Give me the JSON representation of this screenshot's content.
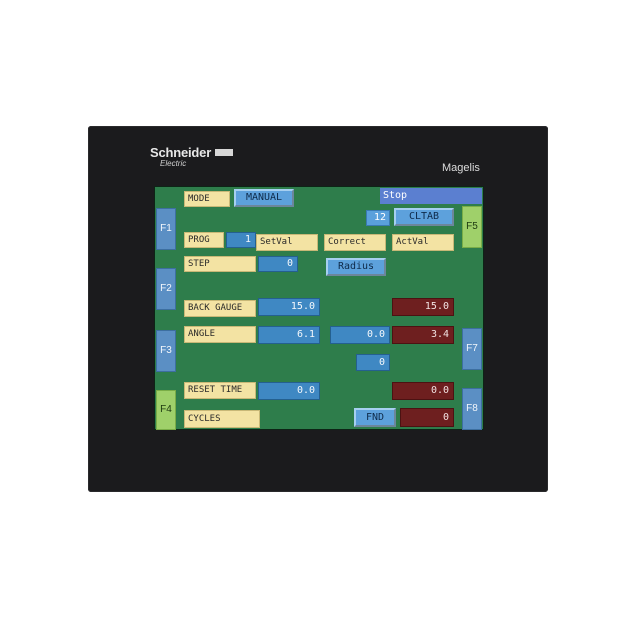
{
  "brand": {
    "name": "Schneider",
    "sub": "Electric",
    "model": "Magelis"
  },
  "keys": {
    "f1": "F1",
    "f2": "F2",
    "f3": "F3",
    "f4": "F4",
    "f5": "F5",
    "f7": "F7",
    "f8": "F8"
  },
  "status": {
    "text": "Stop"
  },
  "mode": {
    "label": "MODE",
    "value": "MANUAL"
  },
  "cltab": {
    "number": "12",
    "label": "CLTAB"
  },
  "prog": {
    "label": "PROG",
    "value": "1"
  },
  "headers": {
    "setval": "SetVal",
    "correct": "Correct",
    "actval": "ActVal"
  },
  "step": {
    "label": "STEP",
    "value": "0"
  },
  "radius_button": "Radius",
  "back_gauge": {
    "label": "BACK GAUGE",
    "setval": "15.0",
    "actval": "15.0"
  },
  "angle": {
    "label": "ANGLE",
    "setval": "6.1",
    "correct": "0.0",
    "actval": "3.4"
  },
  "extra_value": "0",
  "reset_time": {
    "label": "RESET TIME",
    "setval": "0.0",
    "actval": "0.0"
  },
  "cycles": {
    "label": "CYCLES",
    "button": "FND",
    "actval": "0"
  },
  "colors": {
    "screen": "#2e7d4b",
    "label_bg": "#f3e3a3",
    "setpoint_bg": "#3f88c3",
    "actual_bg": "#6e1f1f",
    "fkey_blue": "#5b8fc4",
    "fkey_green": "#9fd06a"
  }
}
